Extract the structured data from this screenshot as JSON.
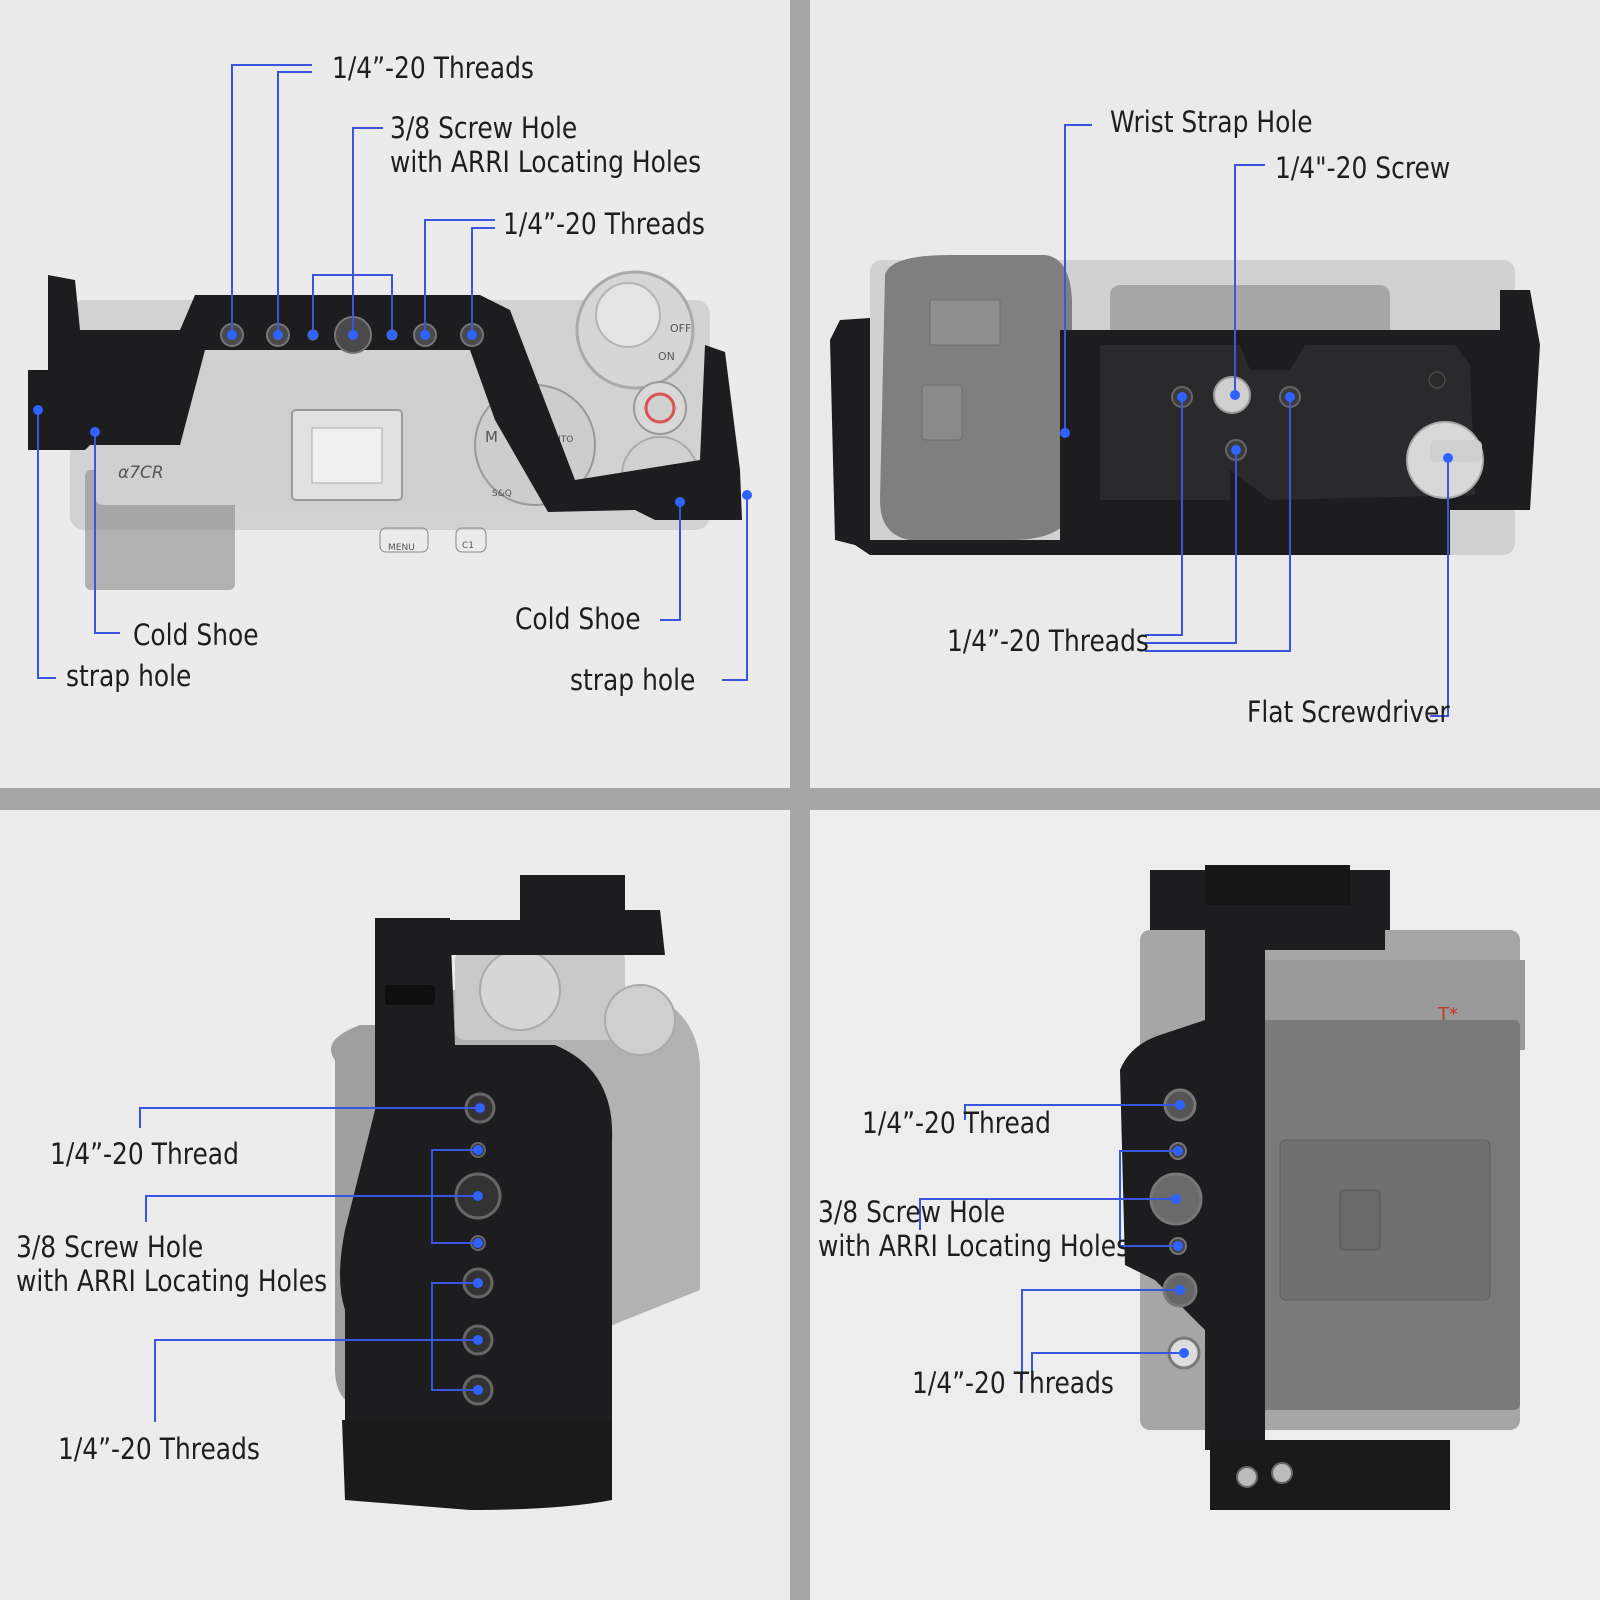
{
  "colors": {
    "callout_line": "#3a55e0",
    "callout_dot": "#2e63ff",
    "panel_background": "#ebebeb",
    "panel_divider": "#a6a6a6",
    "cage_black": "#1c1c1e",
    "camera_silver": "#c9c9c9",
    "camera_gray": "#7d7d7d"
  },
  "top_left": {
    "callouts": {
      "threads_top": "1/4”-20 Threads",
      "screw_hole_line1": "3/8 Screw Hole",
      "screw_hole_line2": "with ARRI Locating Holes",
      "threads_right": "1/4”-20 Threads",
      "cold_shoe_left": "Cold Shoe",
      "strap_hole_left": "strap hole",
      "cold_shoe_right": "Cold Shoe",
      "strap_hole_right": "strap hole"
    },
    "camera_markings": {
      "model": "α7CR",
      "off": "OFF",
      "on": "ON",
      "menu": "MENU",
      "c1": "C1",
      "mode_m": "M",
      "mode_auto": "AUTO",
      "mode_sq": "S&Q"
    }
  },
  "top_right": {
    "callouts": {
      "wrist_strap_hole": "Wrist Strap Hole",
      "screw": "1/4\"-20 Screw",
      "threads": "1/4”-20 Threads",
      "flat_screwdriver": "Flat Screwdriver"
    }
  },
  "bottom_left": {
    "callouts": {
      "thread": "1/4”-20 Thread",
      "screw_hole_line1": "3/8 Screw Hole",
      "screw_hole_line2": "with ARRI Locating Holes",
      "threads": "1/4”-20 Threads"
    }
  },
  "bottom_right": {
    "callouts": {
      "thread": "1/4”-20 Thread",
      "screw_hole_line1": "3/8 Screw Hole",
      "screw_hole_line2": "with ARRI Locating Holes",
      "threads": "1/4”-20 Threads"
    },
    "camera_markings": {
      "lens_badge": "T*"
    }
  }
}
